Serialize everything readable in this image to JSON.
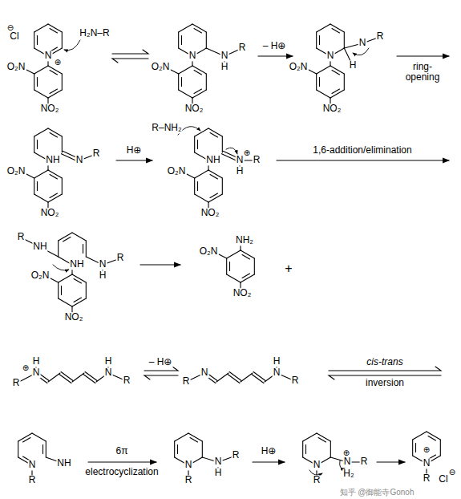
{
  "diagram": {
    "labels": [
      "Cl",
      "⊖",
      "N",
      "⊕",
      "H₂N–R",
      "O₂N",
      "NO₂",
      "N",
      "N",
      "H",
      "R",
      "O₂N",
      "NO₂",
      "– H⊕",
      "N",
      "N",
      "R",
      "H",
      "O₂N",
      "NO₂",
      "ring-opening",
      "NH",
      "N",
      "R",
      "O₂N",
      "NO₂",
      "H⊕",
      "R–NH₂",
      "NH",
      "N",
      "⊕",
      "H",
      "R",
      "O₂N",
      "NO₂",
      "1,6-addition/elimination",
      "R",
      "NH",
      "NH",
      "N",
      "H",
      "R",
      "O₂N",
      "NO₂",
      "NH₂",
      "O₂N",
      "NO₂",
      "+",
      "H",
      "N",
      "⊕",
      "R",
      "N",
      "H",
      "R",
      "– H⊕",
      "R",
      "N",
      "N",
      "H",
      "R",
      "cis-trans",
      "inversion",
      "N",
      "R",
      "NH",
      "6π",
      "electrocyclization",
      "N",
      "R",
      "N",
      "H",
      "R",
      "H⊕",
      "N",
      "R",
      "N",
      "⊕",
      "H₂",
      "R",
      "N",
      "⊕",
      "R",
      "Cl",
      "⊖",
      "知乎 @御能寺Gonoh"
    ]
  }
}
